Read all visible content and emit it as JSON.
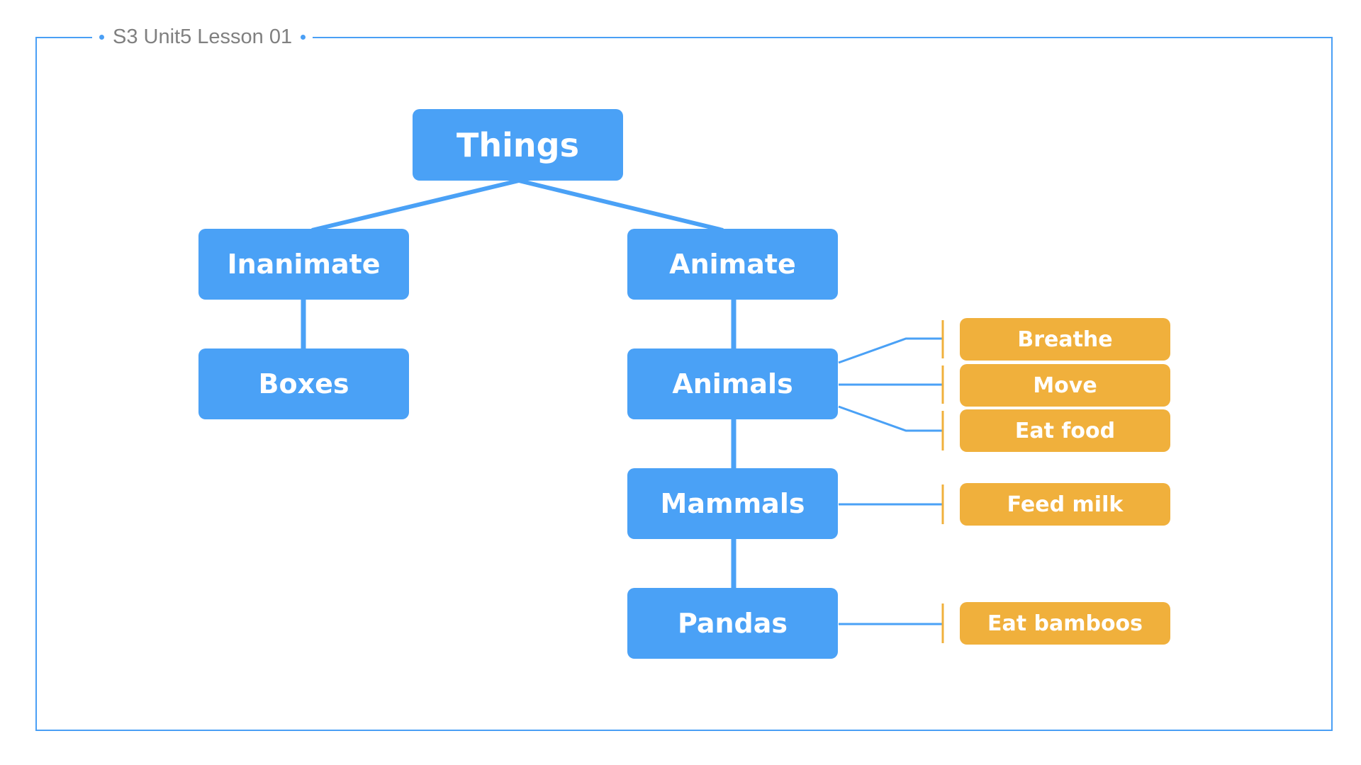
{
  "title": "S3 Unit5 Lesson 01",
  "colors": {
    "frame": "#4a9ff5",
    "category_box": "#4aa1f6",
    "attribute_box": "#f0b03c",
    "category_line": "#4aa1f6",
    "attribute_line": "#f0b03c",
    "title_text": "#808080"
  },
  "diagram": {
    "root": "Things",
    "inanimate": "Inanimate",
    "boxes": "Boxes",
    "animate": "Animate",
    "animals": "Animals",
    "mammals": "Mammals",
    "pandas": "Pandas",
    "animal_traits": [
      "Breathe",
      "Move",
      "Eat food"
    ],
    "mammal_traits": [
      "Feed milk"
    ],
    "panda_traits": [
      "Eat bamboos"
    ]
  }
}
